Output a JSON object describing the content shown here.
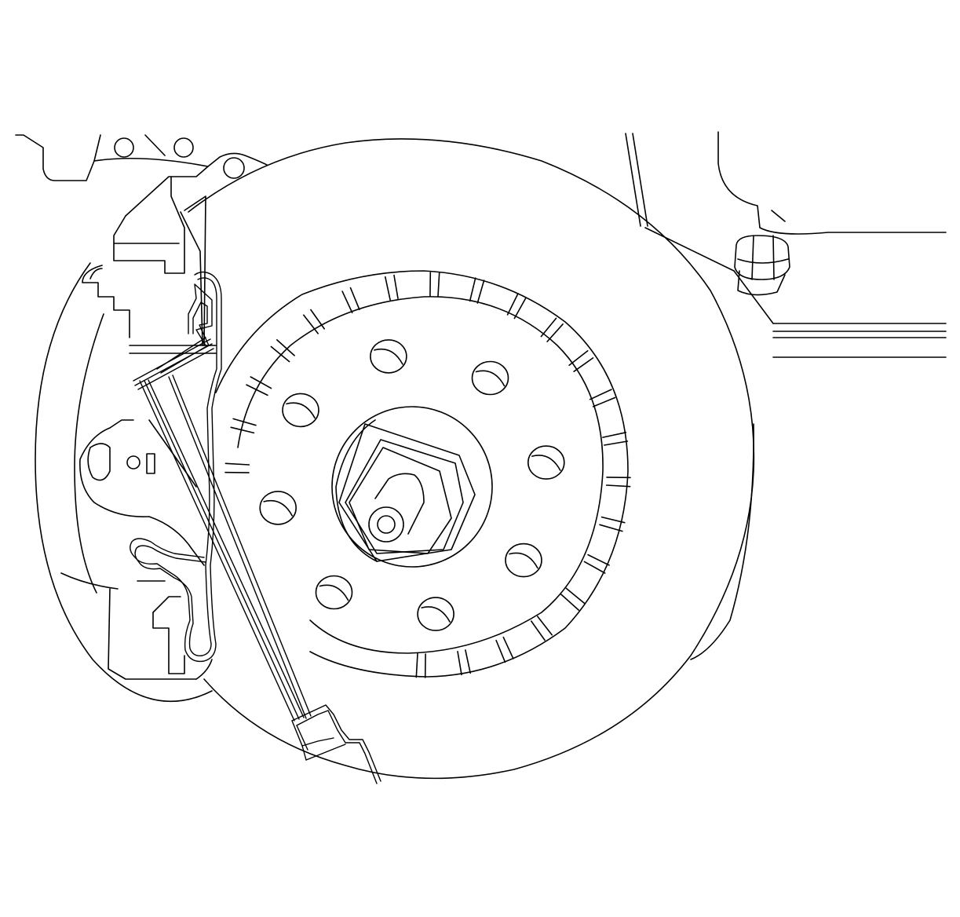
{
  "diagram": {
    "subject": "brake-rotor-caliper-assembly",
    "style": "monochrome line drawing",
    "line_color": "#000000",
    "background_color": "#ffffff",
    "rotor": {
      "wheel_stud_holes": 8,
      "cooling_vent_slots": 22
    },
    "labels": []
  }
}
